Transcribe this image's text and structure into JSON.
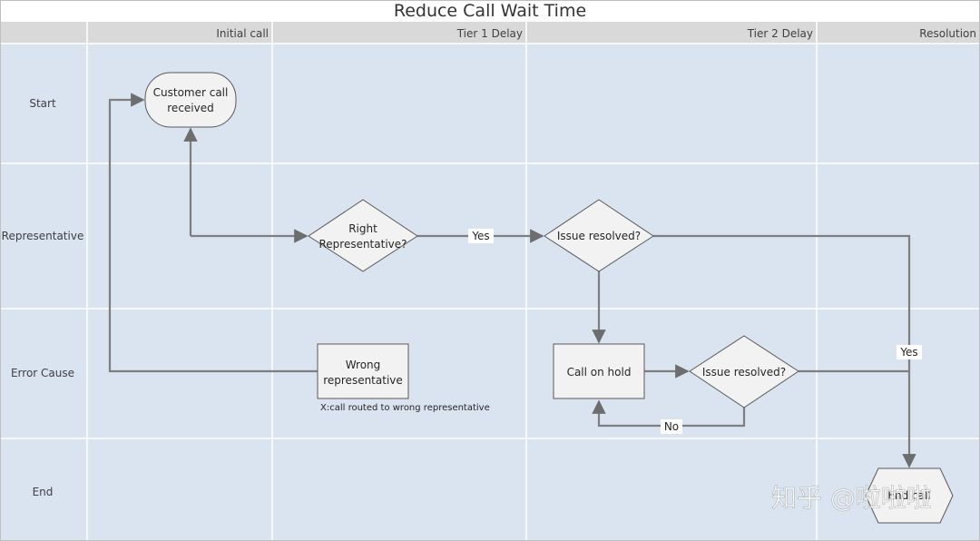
{
  "title": "Reduce Call Wait Time",
  "columns": [
    "Initial call",
    "Tier 1 Delay",
    "Tier 2 Delay",
    "Resolution"
  ],
  "lanes": [
    "Start",
    "Representative",
    "Error Cause",
    "End"
  ],
  "nodes": {
    "customer_call": [
      "Customer call",
      "received"
    ],
    "right_rep": [
      "Right",
      "Representative?"
    ],
    "issue_resolved_1": "Issue resolved?",
    "wrong_rep": [
      "Wrong",
      "representative"
    ],
    "call_on_hold": "Call on hold",
    "issue_resolved_2": "Issue resolved?",
    "end_call": "End call"
  },
  "edge_labels": {
    "yes_1": "Yes",
    "yes_2": "Yes",
    "no": "No"
  },
  "note": "X:call routed to wrong representative",
  "watermark": "知乎 @啦啦啦",
  "colors": {
    "lane_bg": "#dae3f0",
    "header_bg": "#d9d9d9",
    "line": "#7f7f7f",
    "shape_fill": "#f2f2f2",
    "shape_stroke": "#595959"
  }
}
